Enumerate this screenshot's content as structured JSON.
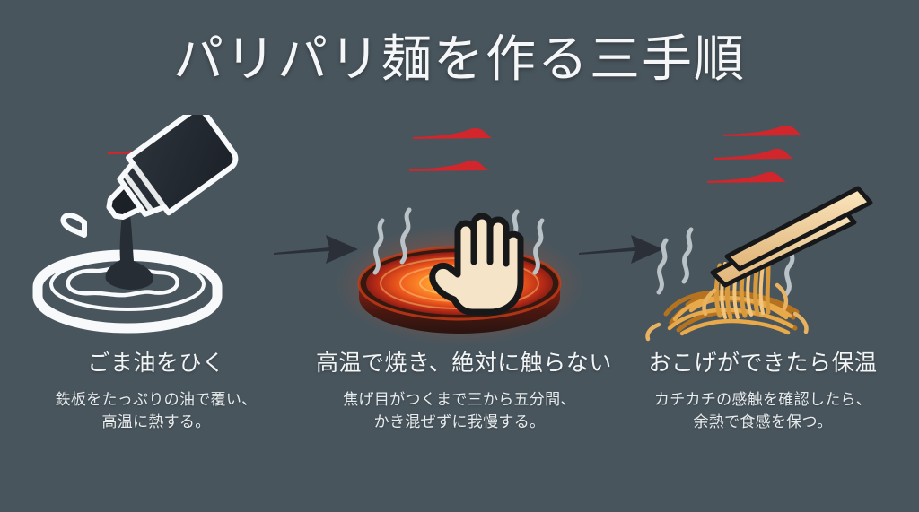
{
  "poster": {
    "title": "パリパリ麺を作る三手順",
    "background_color": "#49555d",
    "accent_color": "#d0262c",
    "text_color": "#f2f5f6"
  },
  "steps": [
    {
      "index": "1",
      "heading": "ごま油をひく",
      "desc_line1": "鉄板をたっぷりの油で覆い、",
      "desc_line2": "高温に熱する。",
      "illustration": "oil-bottle-pouring-on-griddle-icon",
      "accent_mark_count": 1
    },
    {
      "index": "2",
      "heading": "高温で焼き、絶対に触らない",
      "desc_line1": "焦げ目がつくまで三から五分間、",
      "desc_line2": "かき混ぜずに我慢する。",
      "illustration": "hot-griddle-with-stop-hand-icon",
      "accent_mark_count": 2
    },
    {
      "index": "3",
      "heading": "おこげができたら保温",
      "desc_line1": "カチカチの感触を確認したら、",
      "desc_line2": "余熱で食感を保つ。",
      "illustration": "chopsticks-lifting-crispy-noodles-icon",
      "accent_mark_count": 3
    }
  ],
  "flow_arrows": [
    {
      "name": "step1-to-step2-arrow",
      "direction": "right",
      "color": "#2b3038"
    },
    {
      "name": "step2-to-step3-arrow",
      "direction": "right",
      "color": "#2b3038"
    }
  ],
  "palette": {
    "bottle_body": "#242a31",
    "griddle_outline": "#f7f9fa",
    "hot_center": "#ffb43c",
    "hot_mid": "#f26722",
    "hot_rim": "#7d1b15",
    "noodle_light": "#f2c57c",
    "noodle_dark": "#b5731f",
    "chopstick": "#f3d8a8",
    "steam": "#b9c2c6",
    "hand_skin": "#f6e2c6"
  }
}
